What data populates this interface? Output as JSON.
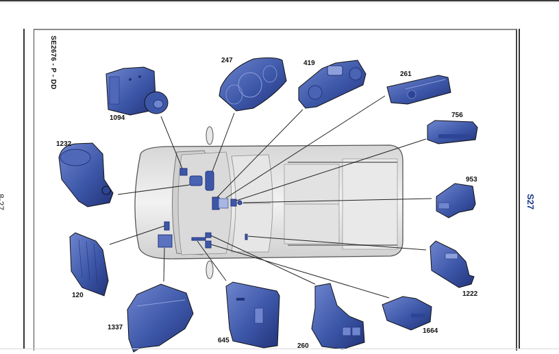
{
  "document": {
    "page_number": "8-27",
    "section": "S27",
    "reference": "SE2676 - P - DD"
  },
  "components": [
    {
      "id": "1094",
      "label": "1094"
    },
    {
      "id": "247",
      "label": "247"
    },
    {
      "id": "419",
      "label": "419"
    },
    {
      "id": "261",
      "label": "261"
    },
    {
      "id": "756",
      "label": "756"
    },
    {
      "id": "1232",
      "label": "1232"
    },
    {
      "id": "953",
      "label": "953"
    },
    {
      "id": "120",
      "label": "120"
    },
    {
      "id": "1222",
      "label": "1222"
    },
    {
      "id": "1337",
      "label": "1337"
    },
    {
      "id": "645",
      "label": "645"
    },
    {
      "id": "260",
      "label": "260"
    },
    {
      "id": "1664",
      "label": "1664"
    }
  ],
  "colors": {
    "component_fill": "#3d57a8",
    "component_dark": "#22337a",
    "component_light": "#6f86cf",
    "vehicle_fill": "#e4e4e4",
    "vehicle_stroke": "#6a6a6a",
    "leader_line": "#222222",
    "section_text": "#1a3a8a"
  }
}
